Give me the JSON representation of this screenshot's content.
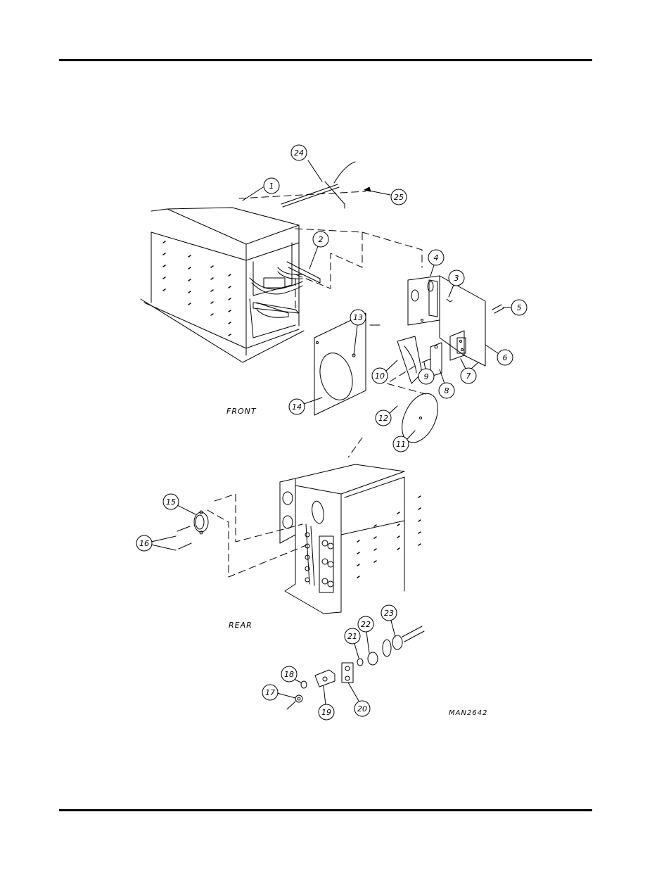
{
  "drawing_id": "MAN2642",
  "views": {
    "front": "FRONT",
    "rear": "REAR"
  },
  "callouts": [
    "1",
    "2",
    "3",
    "4",
    "5",
    "6",
    "7",
    "8",
    "9",
    "10",
    "11",
    "12",
    "13",
    "14",
    "15",
    "16",
    "17",
    "18",
    "19",
    "20",
    "21",
    "22",
    "23",
    "24",
    "25"
  ]
}
